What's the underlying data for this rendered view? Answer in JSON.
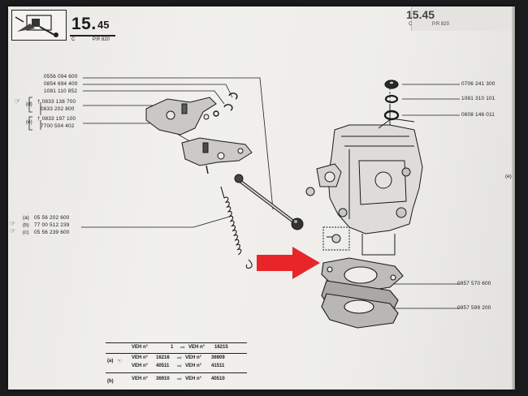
{
  "header": {
    "page_number": "15.45",
    "section": "15.",
    "subsection": "45",
    "variant_letter": "C",
    "model": "P.R 820",
    "next_page_number": "15.45",
    "next_variant_letter": "C",
    "next_model": "P.R 820"
  },
  "parts_left": [
    {
      "number": "0556 094 600"
    },
    {
      "number": "0854 694 400"
    },
    {
      "number": "1081 110 852"
    },
    {
      "number": "† 0833 138 700"
    },
    {
      "number": "0833 202 800"
    },
    {
      "number": "† 0833 197 100"
    },
    {
      "number": "7700 504 402"
    }
  ],
  "group_labels": {
    "d": "(d)",
    "e": "(e)"
  },
  "spring_parts": [
    {
      "label": "(a)",
      "number": "05 56 202 600"
    },
    {
      "label": "(b)",
      "number": "77 00 512 239"
    },
    {
      "label": "(c)",
      "number": "05 56 239 600"
    }
  ],
  "parts_right": [
    {
      "number": "0706 241 300"
    },
    {
      "number": "1081 310 101"
    },
    {
      "number": "0608 146 011"
    },
    {
      "number": "0857 570 600"
    },
    {
      "number": "0857 599 200"
    }
  ],
  "vehicle_ranges": [
    {
      "label": "",
      "prefix": "VEH n°",
      "from": "1",
      "to_prefix": "VEH n°",
      "to": "16215"
    },
    {
      "label": "(a)",
      "prefix": "VEH n°",
      "from": "16216",
      "to_prefix": "VEH n°",
      "to": "36909"
    },
    {
      "label": "",
      "prefix": "VEH n°",
      "from": "40511",
      "to_prefix": "VEH n°",
      "to": "41511"
    },
    {
      "label": "(b)",
      "prefix": "VEH n°",
      "from": "36910",
      "to_prefix": "VEH n°",
      "to": "40510"
    }
  ],
  "margin_mark": "(e)",
  "colors": {
    "arrow": "#e8262a",
    "ink": "#1a1a1a"
  },
  "icons": [
    "throttle-linkage-thumbnail-icon",
    "red-arrow-icon",
    "hand-pointer-icon"
  ]
}
